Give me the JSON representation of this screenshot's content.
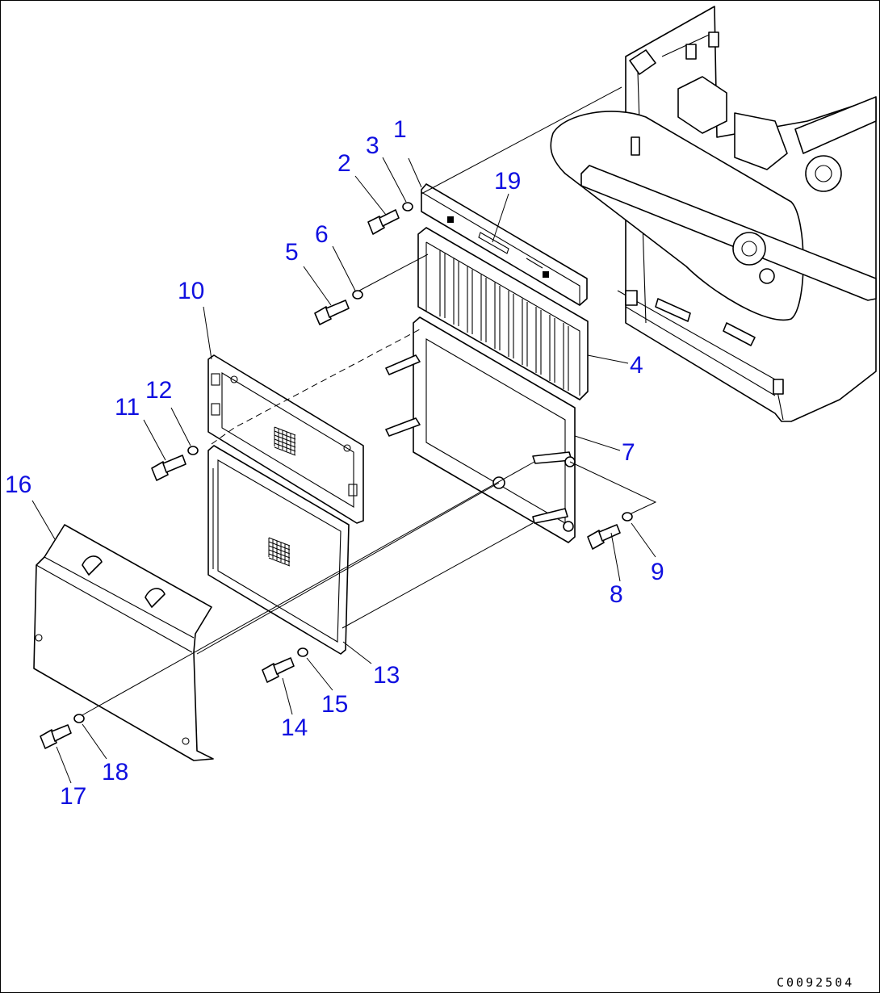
{
  "drawing_code": "C0092504",
  "colors": {
    "callout": "#1010e0",
    "line": "#000000",
    "background": "#ffffff"
  },
  "callouts": [
    {
      "id": "1",
      "label": "1"
    },
    {
      "id": "2",
      "label": "2"
    },
    {
      "id": "3",
      "label": "3"
    },
    {
      "id": "4",
      "label": "4"
    },
    {
      "id": "5",
      "label": "5"
    },
    {
      "id": "6",
      "label": "6"
    },
    {
      "id": "7",
      "label": "7"
    },
    {
      "id": "8",
      "label": "8"
    },
    {
      "id": "9",
      "label": "9"
    },
    {
      "id": "10",
      "label": "10"
    },
    {
      "id": "11",
      "label": "11"
    },
    {
      "id": "12",
      "label": "12"
    },
    {
      "id": "13",
      "label": "13"
    },
    {
      "id": "14",
      "label": "14"
    },
    {
      "id": "15",
      "label": "15"
    },
    {
      "id": "16",
      "label": "16"
    },
    {
      "id": "17",
      "label": "17"
    },
    {
      "id": "18",
      "label": "18"
    },
    {
      "id": "19",
      "label": "19"
    }
  ]
}
